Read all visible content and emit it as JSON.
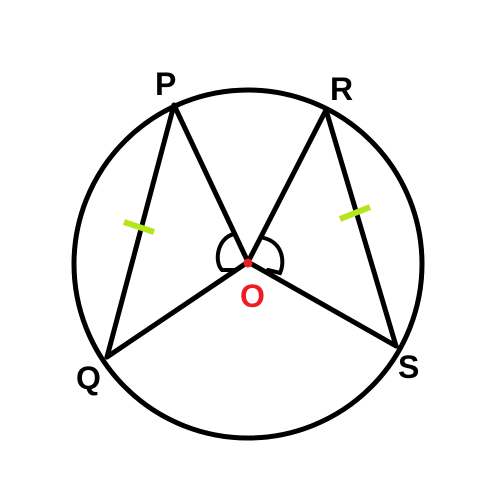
{
  "diagram": {
    "points": {
      "P": "P",
      "R": "R",
      "Q": "Q",
      "S": "S",
      "O": "O"
    },
    "colors": {
      "stroke": "#000000",
      "center": "#ee1c24",
      "center_label": "#ee1c24",
      "tick_marks": "#b5e61d"
    }
  }
}
